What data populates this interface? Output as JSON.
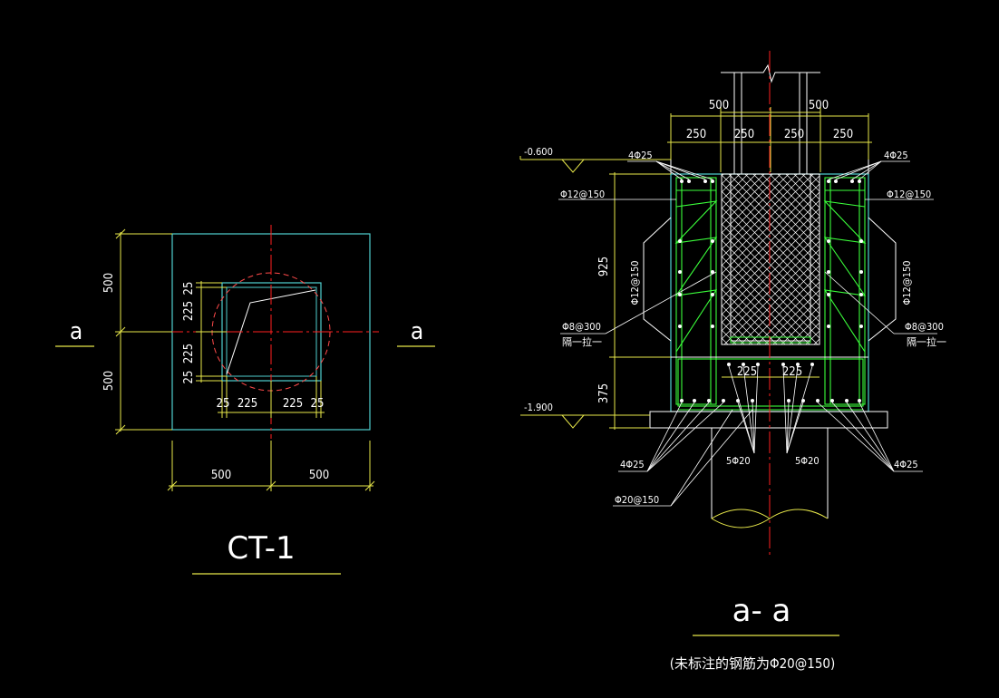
{
  "colors": {
    "background": "#000000",
    "outline": "#4fd0d0",
    "dimension": "#e8e84a",
    "centerline": "#ff2020",
    "rebar": "#3bff3b",
    "text": "#ffffff"
  },
  "plan": {
    "section_mark_left": "a",
    "section_mark_right": "a",
    "dims_left": [
      "500",
      "500"
    ],
    "dims_inner_left": [
      "25",
      "225",
      "225",
      "25"
    ],
    "dims_inner_bottom": [
      "25",
      "225",
      "225",
      "25"
    ],
    "dims_bottom": [
      "500",
      "500"
    ],
    "title": "CT-1"
  },
  "section": {
    "dims_top_outer": [
      "500",
      "500"
    ],
    "dims_top_inner": [
      "250",
      "250",
      "250",
      "250"
    ],
    "level_top": "-0.600",
    "level_bottom": "-1.900",
    "dim_height_upper": "925",
    "dim_height_lower": "375",
    "dims_mid": [
      "225",
      "225"
    ],
    "rebar_corner_top_left": "4Φ25",
    "rebar_corner_top_right": "4Φ25",
    "rebar_corner_bottom_left": "4Φ25",
    "rebar_corner_bottom_right": "4Φ25",
    "horiz_left": "Φ12@150",
    "horiz_right": "Φ12@150",
    "vert_left": "Φ12@150",
    "vert_right": "Φ12@150",
    "tie_left": "Φ8@300",
    "tie_left_note": "隔一拉一",
    "tie_right": "Φ8@300",
    "tie_right_note": "隔一拉一",
    "bottom_mid_left": "5Φ20",
    "bottom_mid_right": "5Φ20",
    "bottom_bar": "Φ20@150",
    "title": "a- a",
    "footnote": "(未标注的钢筋为Φ20@150)"
  }
}
